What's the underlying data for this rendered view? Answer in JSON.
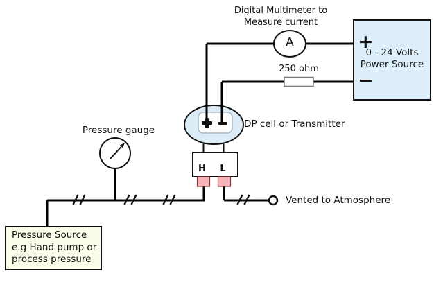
{
  "diagram": {
    "multimeter": {
      "label_line1": "Digital Multimeter to",
      "label_line2": "Measure current",
      "ammeter_symbol": "A"
    },
    "resistor": {
      "label": "250 ohm"
    },
    "power_source": {
      "plus_symbol": "+",
      "minus_symbol": "−",
      "label_line1": "0 - 24 Volts",
      "label_line2": "Power Source"
    },
    "dp_cell": {
      "label": "DP cell or Transmitter",
      "high_port_label": "H",
      "low_port_label": "L"
    },
    "vent": {
      "label": "Vented to Atmosphere"
    },
    "pressure_gauge": {
      "label": "Pressure gauge"
    },
    "pressure_source": {
      "line1": "Pressure Source",
      "line2": "e.g Hand pump or",
      "line3": "process pressure"
    },
    "colors": {
      "wire": "#000000",
      "power_source_fill": "#ddeffa",
      "dp_cell_fill": "#dcecf7",
      "pressure_source_fill": "#fbfce9",
      "port_fill": "#f6b3b9",
      "port_border": "#8b3a3a"
    }
  }
}
